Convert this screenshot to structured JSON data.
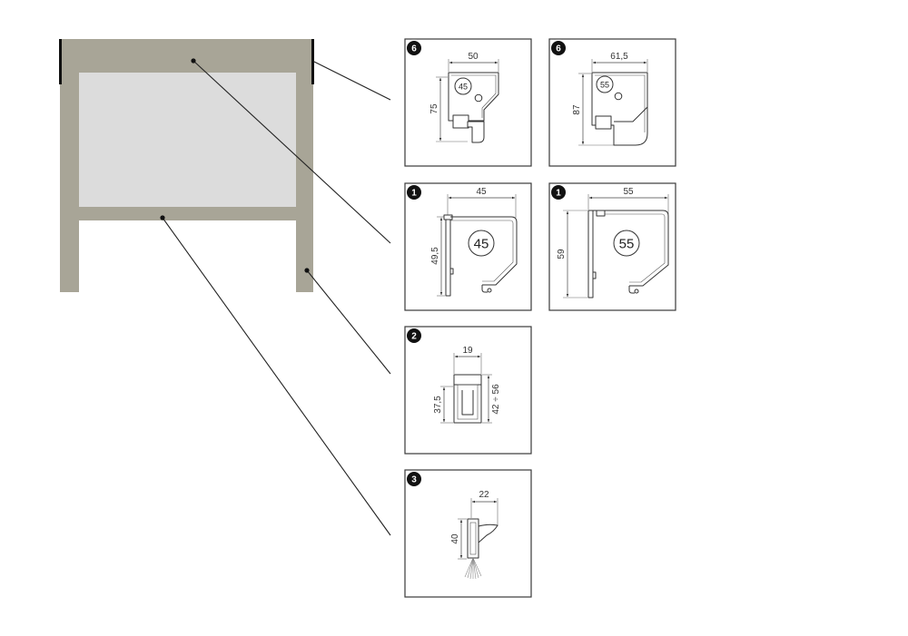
{
  "colors": {
    "frame": "#a8a597",
    "glass": "#dcdcdc",
    "ink": "#111111"
  },
  "panels": {
    "p6a": {
      "badge": "6",
      "top": "50",
      "left": "75",
      "circle": "45"
    },
    "p6b": {
      "badge": "6",
      "top": "61,5",
      "left": "87",
      "circle": "55"
    },
    "p1a": {
      "badge": "1",
      "top": "45",
      "left": "49,5",
      "circle": "45"
    },
    "p1b": {
      "badge": "1",
      "top": "55",
      "left": "59",
      "circle": "55"
    },
    "p2": {
      "badge": "2",
      "top": "19",
      "left": "37,5",
      "right": "42 ÷ 56"
    },
    "p3": {
      "badge": "3",
      "top": "22",
      "left": "40"
    }
  }
}
